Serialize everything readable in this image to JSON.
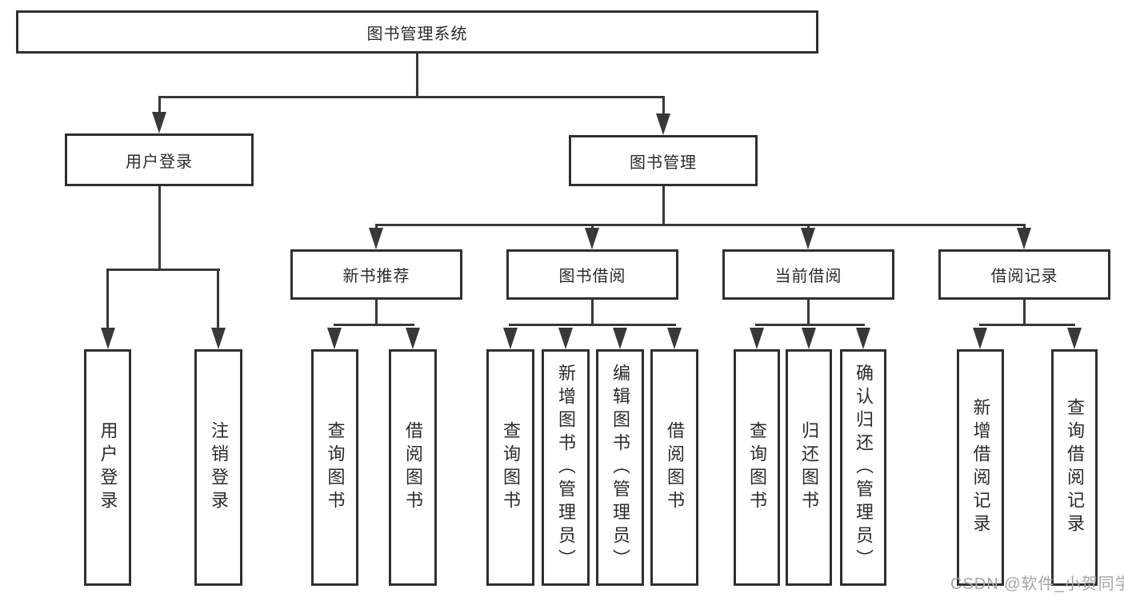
{
  "diagram": {
    "title": "图书管理系统",
    "nodes": {
      "root": {
        "label": "图书管理系统"
      },
      "user_login": {
        "label": "用户登录"
      },
      "book_management": {
        "label": "图书管理"
      },
      "new_book_recommend": {
        "label": "新书推荐"
      },
      "book_borrow": {
        "label": "图书借阅"
      },
      "current_borrow": {
        "label": "当前借阅"
      },
      "borrow_records": {
        "label": "借阅记录"
      },
      "leaves": {
        "user_login": "用户登录",
        "logout": "注销登录",
        "recommend_query_books": "查询图书",
        "recommend_borrow_books": "借阅图书",
        "borrow_query_books": "查询图书",
        "borrow_add_books": "新增图书（管理员）",
        "borrow_edit_books": "编辑图书（管理员）",
        "borrow_borrow_books": "借阅图书",
        "current_query_books": "查询图书",
        "current_return_books": "归还图书",
        "current_confirm_return": "确认归还（管理员）",
        "records_add": "新增借阅记录",
        "records_query": "查询借阅记录"
      }
    },
    "colors": {
      "line": "#383838",
      "border": "#2f2f2f",
      "text": "#2b2b2b",
      "background": "#ffffff",
      "watermark": "#a6a6a6"
    }
  },
  "watermark": "CSDN @软件_小贺同学"
}
